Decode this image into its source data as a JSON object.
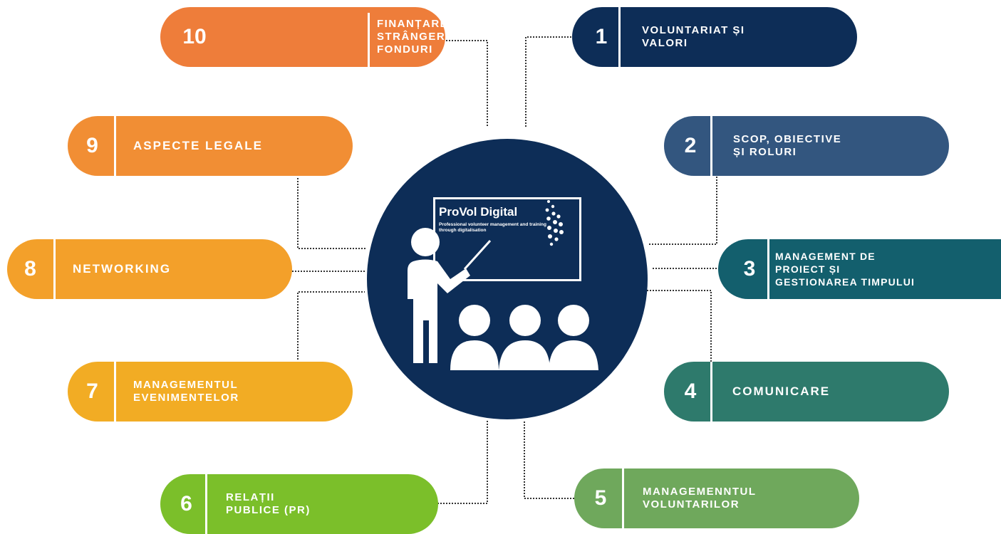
{
  "center": {
    "logo_title": "ProVol Digital",
    "logo_tagline": "Professional volunteer management and training through digitalisation"
  },
  "topics": [
    {
      "number": "1",
      "label": "VOLUNTARIAT  ȘI\nVALORI",
      "color": "#0d2d57"
    },
    {
      "number": "2",
      "label": "SCOP, OBIECTIVE\nȘI ROLURI",
      "color": "#33567f"
    },
    {
      "number": "3",
      "label": "MANAGEMENT DE\nPROIECT ȘI\nGESTIONAREA TIMPULUI",
      "color": "#135f6d"
    },
    {
      "number": "4",
      "label": "COMUNICARE",
      "color": "#2e7a6c"
    },
    {
      "number": "5",
      "label": "MANAGEMENNTUL\nVOLUNTARILOR",
      "color": "#6fa85c"
    },
    {
      "number": "6",
      "label": "RELAȚII\nPUBLICE (PR)",
      "color": "#7bbf2a"
    },
    {
      "number": "7",
      "label": "MANAGEMENTUL\nEVENIMENTELOR",
      "color": "#f2ac24"
    },
    {
      "number": "8",
      "label": "NETWORKING",
      "color": "#f3a02a"
    },
    {
      "number": "9",
      "label": "ASPECTE LEGALE",
      "color": "#f18e34"
    },
    {
      "number": "10",
      "label": "FINANȚARE ȘI\nSTRÂNGERE DE\nFONDURI",
      "color": "#ee7d3a"
    }
  ]
}
